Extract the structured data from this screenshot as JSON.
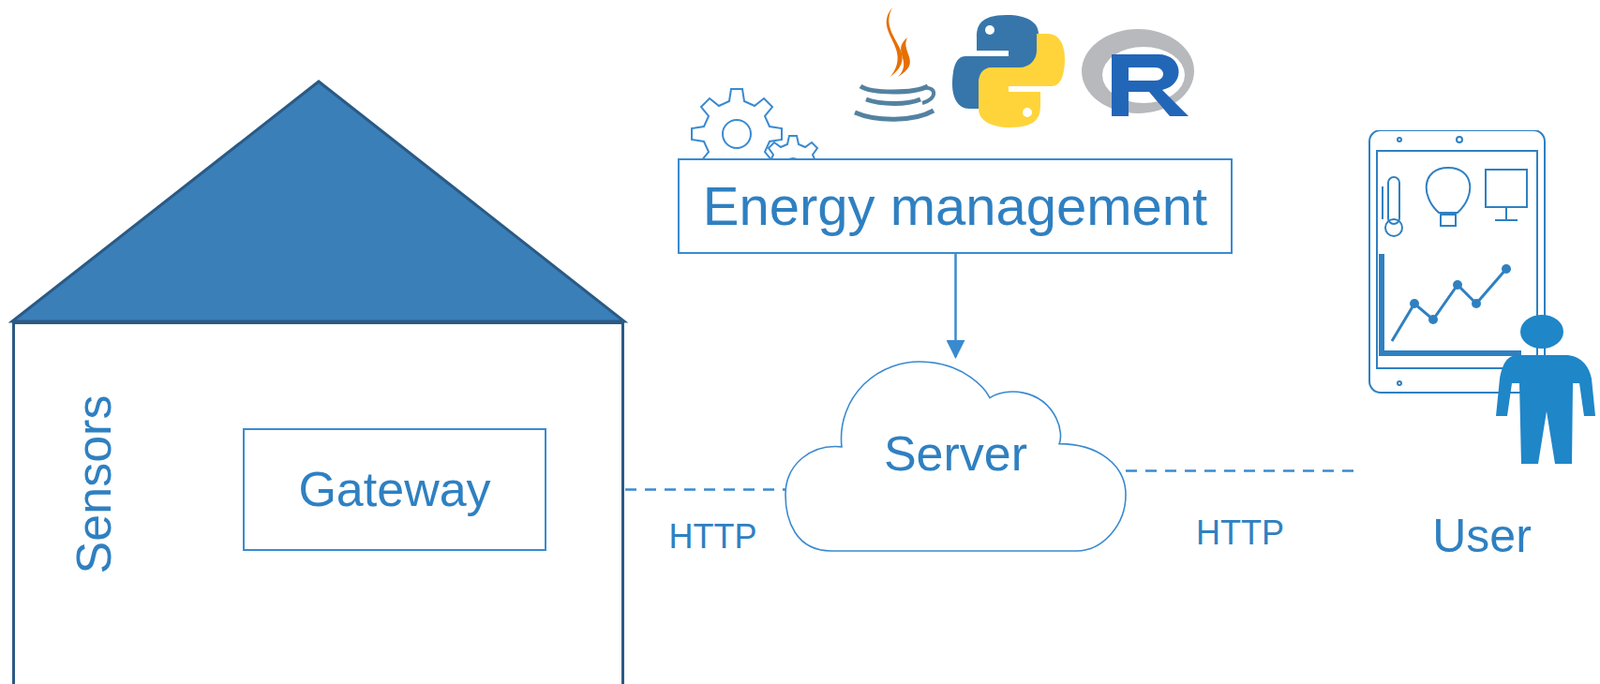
{
  "diagram": {
    "nodes": [
      {
        "text": [
          "Sensors"
        ]
      },
      {
        "text": [
          "Gateway"
        ],
        "in": 0
      },
      {
        "text": [
          "Energy management"
        ]
      },
      {
        "text": [
          "Server"
        ]
      },
      {
        "text": [
          "User"
        ]
      }
    ],
    "edges": [
      {
        "from": 1,
        "to": 3,
        "label": "HTTP",
        "arrow": "none"
      },
      {
        "from": 2,
        "to": 3,
        "arrow": "to"
      },
      {
        "from": 3,
        "to": 4,
        "label": "HTTP",
        "arrow": "none"
      }
    ]
  }
}
